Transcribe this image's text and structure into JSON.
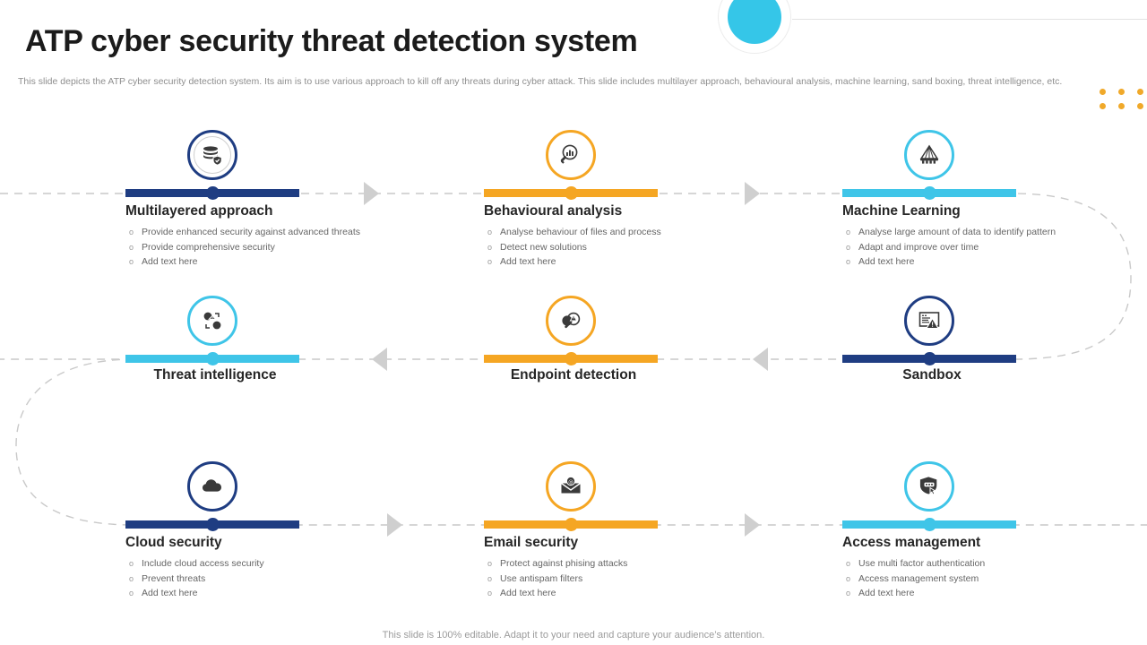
{
  "header": {
    "title": "ATP cyber security threat detection system",
    "subtitle": "This slide depicts the ATP cyber security detection system. Its aim is to use various approach to kill off any threats during cyber attack. This slide includes multilayer approach, behavioural analysis, machine learning, sand boxing, threat intelligence, etc."
  },
  "footer": {
    "note": "This slide is 100% editable. Adapt it to your need and capture your audience’s attention."
  },
  "colors": {
    "navy": "#1f3d82",
    "amber": "#f5a623",
    "cyan": "#3fc5e8",
    "dash": "#c9c9c9",
    "arrow": "#cfcfcf",
    "title": "#1b1b1b",
    "body": "#666666",
    "muted": "#8e8e8e",
    "accent_dot": "#f0a92a",
    "header_circle": "#35c6e8"
  },
  "bullet_marker": "o",
  "cards": [
    {
      "id": "multilayered-approach",
      "title": "Multilayered approach",
      "color": "navy",
      "icon": "layers-shield-icon",
      "row": 1,
      "bullets": [
        "Provide enhanced security against advanced threats",
        "Provide comprehensive security",
        "Add text here"
      ]
    },
    {
      "id": "behavioural-analysis",
      "title": "Behavioural analysis",
      "color": "amber",
      "icon": "magnifier-chart-icon",
      "row": 1,
      "bullets": [
        "Analyse behaviour of files and process",
        "Detect new solutions",
        "Add text here"
      ]
    },
    {
      "id": "machine-learning",
      "title": "Machine Learning",
      "color": "cyan",
      "icon": "neural-network-icon",
      "row": 1,
      "bullets": [
        "Analyse large amount of data to identify pattern",
        "Adapt and improve over time",
        "Add text here"
      ]
    },
    {
      "id": "threat-intelligence",
      "title": "Threat intelligence",
      "color": "cyan",
      "icon": "threat-nodes-icon",
      "row": 2,
      "bullets": []
    },
    {
      "id": "endpoint-detection",
      "title": "Endpoint detection",
      "color": "amber",
      "icon": "magnifier-alert-icon",
      "row": 2,
      "bullets": []
    },
    {
      "id": "sandbox",
      "title": "Sandbox",
      "color": "navy",
      "icon": "monitor-alert-icon",
      "row": 2,
      "bullets": []
    },
    {
      "id": "cloud-security",
      "title": "Cloud security",
      "color": "navy",
      "icon": "cloud-icon",
      "row": 3,
      "bullets": [
        "Include cloud access security",
        "Prevent threats",
        "Add text here"
      ]
    },
    {
      "id": "email-security",
      "title": "Email security",
      "color": "amber",
      "icon": "envelope-alert-icon",
      "row": 3,
      "bullets": [
        "Protect against phising attacks",
        "Use antispam filters",
        "Add text here"
      ]
    },
    {
      "id": "access-management",
      "title": "Access management",
      "color": "cyan",
      "icon": "shield-password-icon",
      "row": 3,
      "bullets": [
        "Use multi factor authentication",
        "Access management system",
        "Add text here"
      ]
    }
  ]
}
